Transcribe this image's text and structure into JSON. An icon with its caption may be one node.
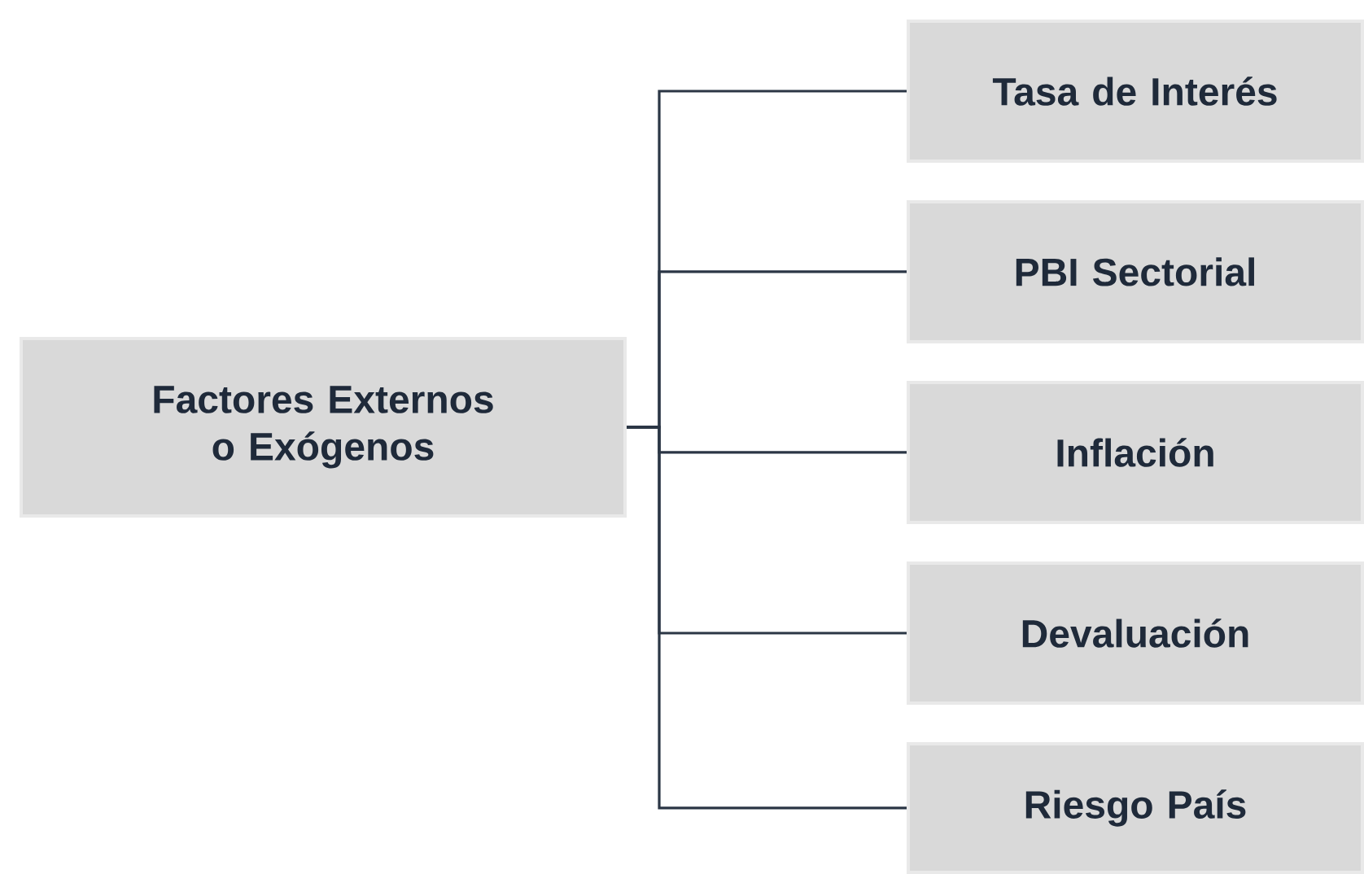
{
  "diagram": {
    "nodes": [
      {
        "text": [
          "Factores Externos o Exógenos"
        ]
      },
      {
        "text": [
          "Tasa de Interés"
        ]
      },
      {
        "text": [
          "PBI Sectorial"
        ]
      },
      {
        "text": [
          "Inflación"
        ]
      },
      {
        "text": [
          "Devaluación"
        ]
      },
      {
        "text": [
          "Riesgo País"
        ]
      }
    ],
    "edges": [
      {
        "from": 0,
        "to": 1,
        "arrow": "none"
      },
      {
        "from": 0,
        "to": 2,
        "arrow": "none"
      },
      {
        "from": 0,
        "to": 3,
        "arrow": "none"
      },
      {
        "from": 0,
        "to": 4,
        "arrow": "none"
      },
      {
        "from": 0,
        "to": 5,
        "arrow": "none"
      }
    ]
  }
}
